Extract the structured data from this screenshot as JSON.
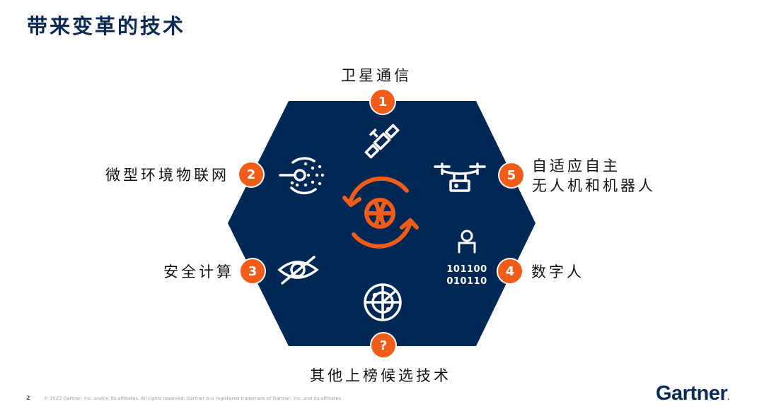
{
  "slide": {
    "title": "带来变革的技术",
    "page_number": "2",
    "copyright": "© 2023 Gartner, Inc. and/or its affiliates. All rights reserved. Gartner is a registered trademark of Gartner, Inc. and its affiliates.",
    "logo": "Gartner",
    "logo_suffix": "."
  },
  "colors": {
    "hexagon": "#002855",
    "accent": "#f25c19",
    "title": "#0b2a55"
  },
  "diagram": {
    "center_icon": "globe-refresh-icon",
    "items": [
      {
        "badge": "1",
        "label": "卫星通信",
        "icon": "satellite-icon"
      },
      {
        "badge": "2",
        "label": "微型环境物联网",
        "icon": "ambient-iot-icon"
      },
      {
        "badge": "3",
        "label": "安全计算",
        "icon": "eye-slash-icon"
      },
      {
        "badge": "4",
        "label": "数字人",
        "icon": "digital-human-icon"
      },
      {
        "badge": "5",
        "label_line1": "自适应自主",
        "label_line2": "无人机和机器人",
        "icon": "drone-icon"
      },
      {
        "badge": "?",
        "label": "其他上榜候选技术",
        "icon": "radar-icon"
      }
    ]
  }
}
